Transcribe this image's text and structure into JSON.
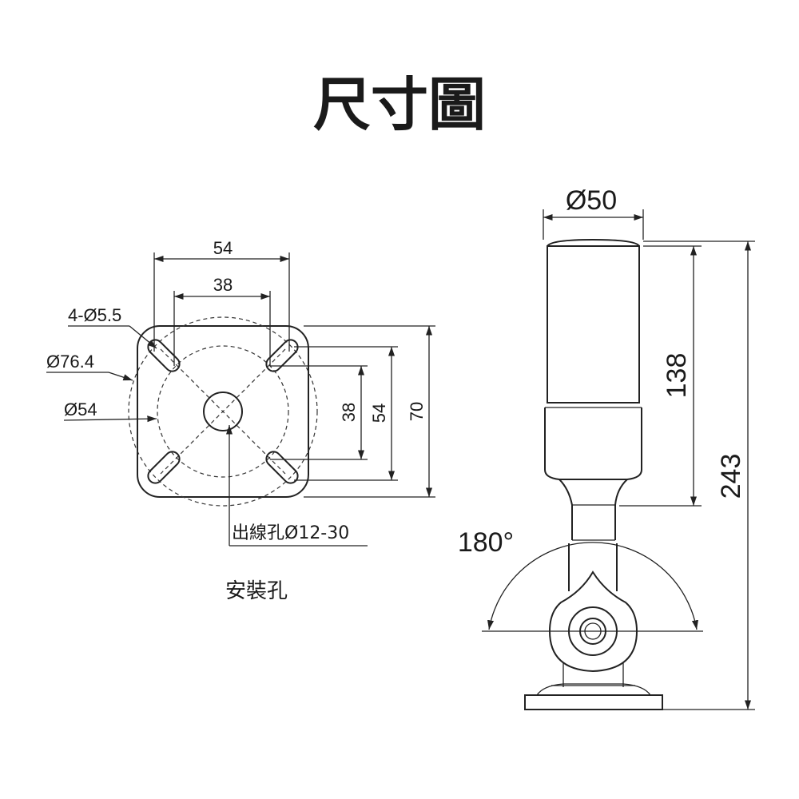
{
  "title": "尺寸圖",
  "mounting": {
    "caption": "安裝孔",
    "dim_top_outer": "54",
    "dim_top_inner": "38",
    "dim_holes": "4-Ø5.5",
    "dim_outer_dia": "Ø76.4",
    "dim_inner_dia": "Ø54",
    "dim_right_inner": "38",
    "dim_right_mid": "54",
    "dim_right_outer": "70",
    "dim_cable_hole": "出線孔Ø12-30"
  },
  "side_view": {
    "dim_diameter": "Ø50",
    "dim_height_top": "138",
    "dim_height_total": "243",
    "rotation": "180°"
  }
}
